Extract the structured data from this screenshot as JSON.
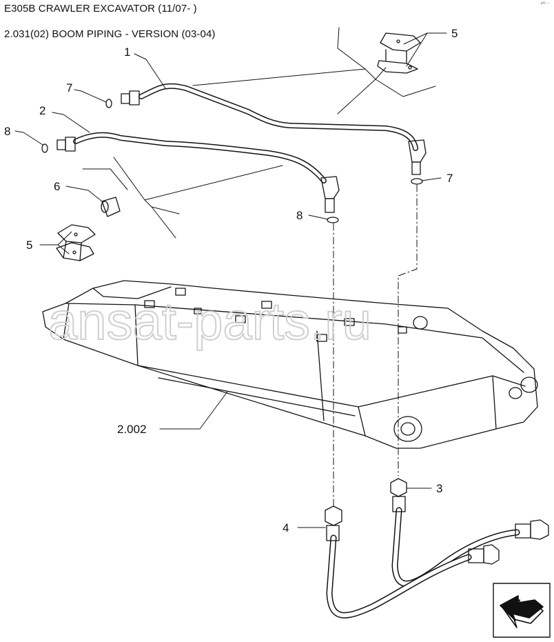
{
  "header": {
    "title_line1": "E305B CRAWLER EXCAVATOR (11/07- )",
    "title_line2": "2.031(02) BOOM PIPING - VERSION (03-04)",
    "corner_mark": "pf0 ---"
  },
  "watermark": "ansat-parts.ru",
  "callouts": {
    "c1": "1",
    "c2": "2",
    "c3": "3",
    "c4": "4",
    "c5_top": "5",
    "c5_left": "5",
    "c6": "6",
    "c7_left": "7",
    "c7_right": "7",
    "c8_left": "8",
    "c8_mid": "8",
    "boom_ref": "2.002"
  },
  "nav_icon": "next-page-arrow-icon",
  "colors": {
    "line": "#111111",
    "watermark": "#cfcfcf"
  }
}
